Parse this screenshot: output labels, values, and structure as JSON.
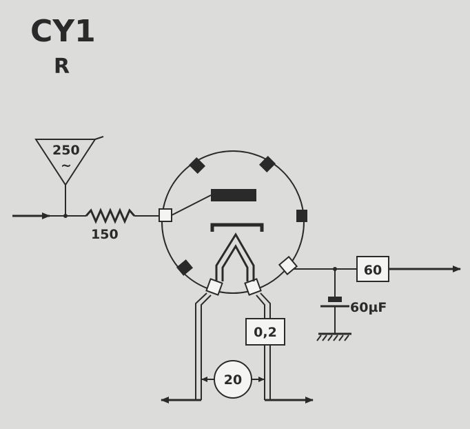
{
  "title": "CY1",
  "subtitle": "R",
  "labels": {
    "antenna_value": "250",
    "antenna_symbol": "~",
    "resistor_value": "150",
    "output_box": "60",
    "capacitor_value": "60µF",
    "heater_box": "0,2",
    "circle_value": "20"
  },
  "colors": {
    "ink": "#2a2a2a",
    "background": "#dcdcda",
    "box_fill": "#f4f4f2"
  }
}
